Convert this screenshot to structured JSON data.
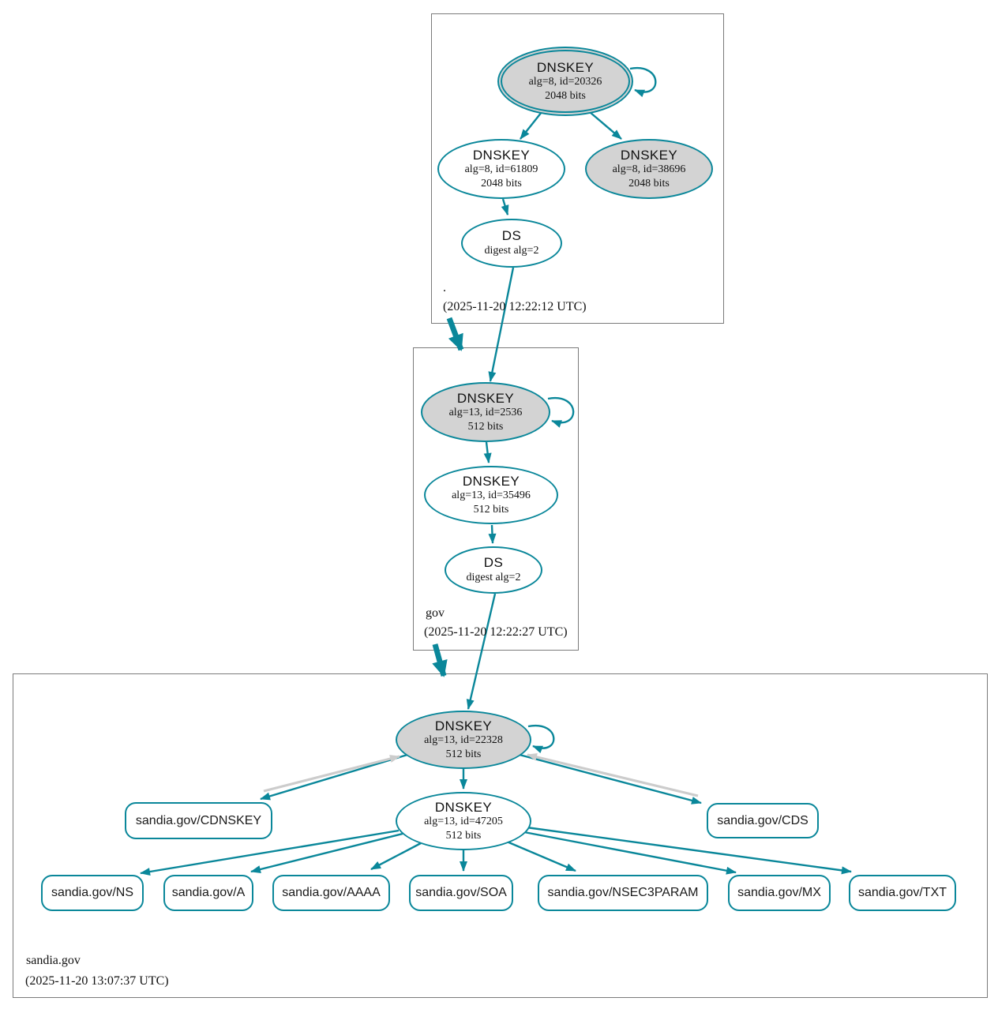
{
  "figure": {
    "type": "dnssec-authentication-chain-graph"
  },
  "colors": {
    "secure": "#0a879a",
    "ksk_fill": "#d3d3d3",
    "gray_edge": "#cccccc",
    "box_border": "#7a7a7a"
  },
  "zones": {
    "root": {
      "name": ".",
      "timestamp": "(2025-11-20 12:22:12 UTC)",
      "nodes": {
        "ksk": {
          "title": "DNSKEY",
          "alg": "alg=8, id=20326",
          "bits": "2048 bits"
        },
        "zsk": {
          "title": "DNSKEY",
          "alg": "alg=8, id=61809",
          "bits": "2048 bits"
        },
        "ksk2": {
          "title": "DNSKEY",
          "alg": "alg=8, id=38696",
          "bits": "2048 bits"
        },
        "ds": {
          "title": "DS",
          "detail": "digest alg=2"
        }
      }
    },
    "gov": {
      "name": "gov",
      "timestamp": "(2025-11-20 12:22:27 UTC)",
      "nodes": {
        "ksk": {
          "title": "DNSKEY",
          "alg": "alg=13, id=2536",
          "bits": "512 bits"
        },
        "zsk": {
          "title": "DNSKEY",
          "alg": "alg=13, id=35496",
          "bits": "512 bits"
        },
        "ds": {
          "title": "DS",
          "detail": "digest alg=2"
        }
      }
    },
    "sandia": {
      "name": "sandia.gov",
      "timestamp": "(2025-11-20 13:07:37 UTC)",
      "nodes": {
        "ksk": {
          "title": "DNSKEY",
          "alg": "alg=13, id=22328",
          "bits": "512 bits"
        },
        "zsk": {
          "title": "DNSKEY",
          "alg": "alg=13, id=47205",
          "bits": "512 bits"
        }
      },
      "cdnskey_label": "sandia.gov/CDNSKEY",
      "cds_label": "sandia.gov/CDS",
      "rrsets": [
        {
          "label": "sandia.gov/NS"
        },
        {
          "label": "sandia.gov/A"
        },
        {
          "label": "sandia.gov/AAAA"
        },
        {
          "label": "sandia.gov/SOA"
        },
        {
          "label": "sandia.gov/NSEC3PARAM"
        },
        {
          "label": "sandia.gov/MX"
        },
        {
          "label": "sandia.gov/TXT"
        }
      ]
    }
  }
}
